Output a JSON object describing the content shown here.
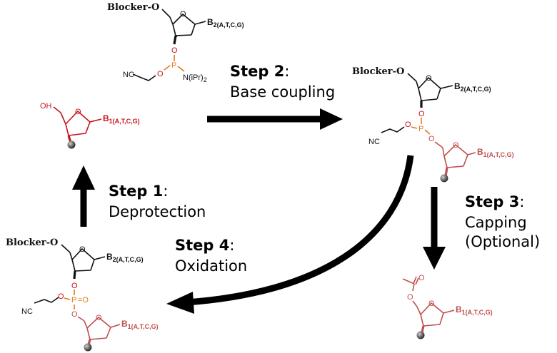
{
  "colors": {
    "black": "#111111",
    "red": "#c8141e",
    "rose": "#c0504d",
    "orange": "#e07b1a",
    "bead": "#555555"
  },
  "steps": {
    "step1": {
      "title": "Step 1",
      "colon": ":",
      "description": "Deprotection"
    },
    "step2": {
      "title": "Step 2",
      "colon": ":",
      "description": "Base coupling"
    },
    "step3": {
      "title": "Step 3",
      "colon": ":",
      "description_line1": "Capping",
      "description_line2": "(Optional)"
    },
    "step4": {
      "title": "Step 4",
      "colon": ":",
      "description": "Oxidation"
    }
  },
  "labels": {
    "blocker": "Blocker-",
    "o": "O",
    "oh": "OH",
    "p": "P",
    "nc": "NC",
    "niPr2": "N(iPr)",
    "sub2": "2",
    "b2": "B",
    "b2_sub": "2(A,T,C,G)",
    "b1": "B",
    "b1_sub": "1(A,T,C,G)",
    "double_o": "=O"
  }
}
